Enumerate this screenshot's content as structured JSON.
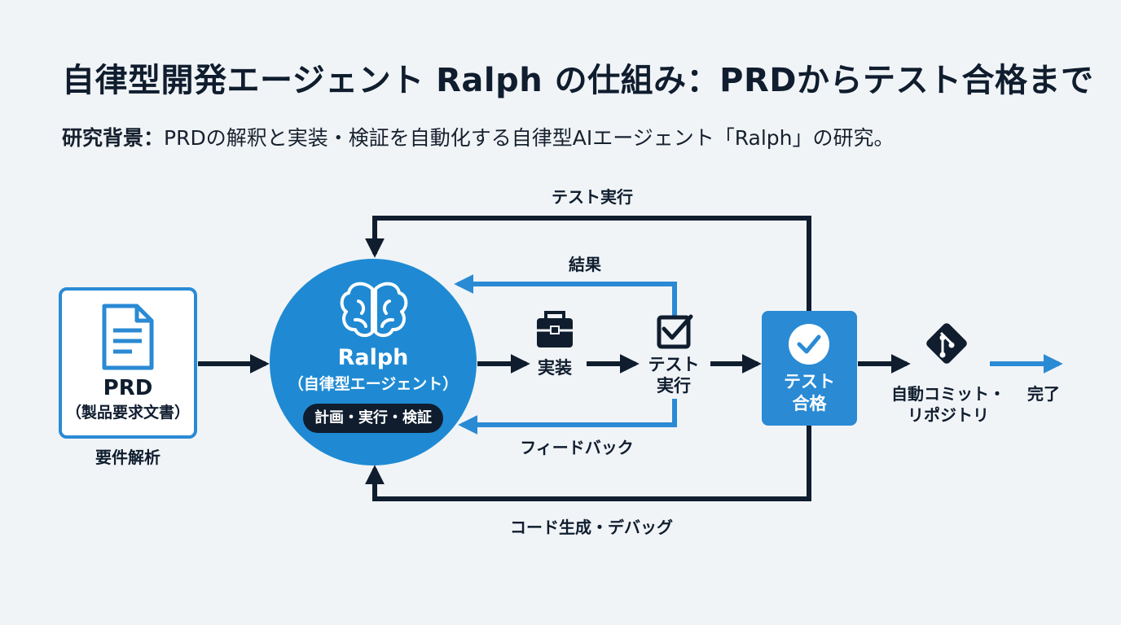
{
  "header": {
    "title": "自律型開発エージェント Ralph の仕組み：PRDからテスト合格まで",
    "subtitle_label": "研究背景：",
    "subtitle_text": "PRDの解釈と実装・検証を自動化する自律型AIエージェント「Ralph」の研究。"
  },
  "diagram": {
    "prd": {
      "title": "PRD",
      "subtitle": "（製品要求文書）",
      "caption": "要件解析",
      "icon": "document-icon"
    },
    "ralph": {
      "title": "Ralph",
      "subtitle": "（自律型エージェント）",
      "pill": "計画・実行・検証",
      "icon": "brain-icon"
    },
    "implement": {
      "label": "実装",
      "icon": "toolbox-icon"
    },
    "test_run": {
      "label_line1": "テスト",
      "label_line2": "実行",
      "icon": "checkbox-icon"
    },
    "test_pass": {
      "label_line1": "テスト",
      "label_line2": "合格",
      "icon": "check-circle-icon"
    },
    "commit": {
      "label_line1": "自動コミット・",
      "label_line2": "リポジトリ",
      "icon": "git-icon"
    },
    "done": {
      "label": "完了"
    },
    "loops": {
      "top_outer": "テスト実行",
      "top_inner": "結果",
      "bottom_inner": "フィードバック",
      "bottom_outer": "コード生成・デバッグ"
    }
  },
  "colors": {
    "dark": "#0f1d2e",
    "blue": "#1f8ad3",
    "blue_light": "#2a8ad4",
    "background": "#f1f4f7"
  }
}
